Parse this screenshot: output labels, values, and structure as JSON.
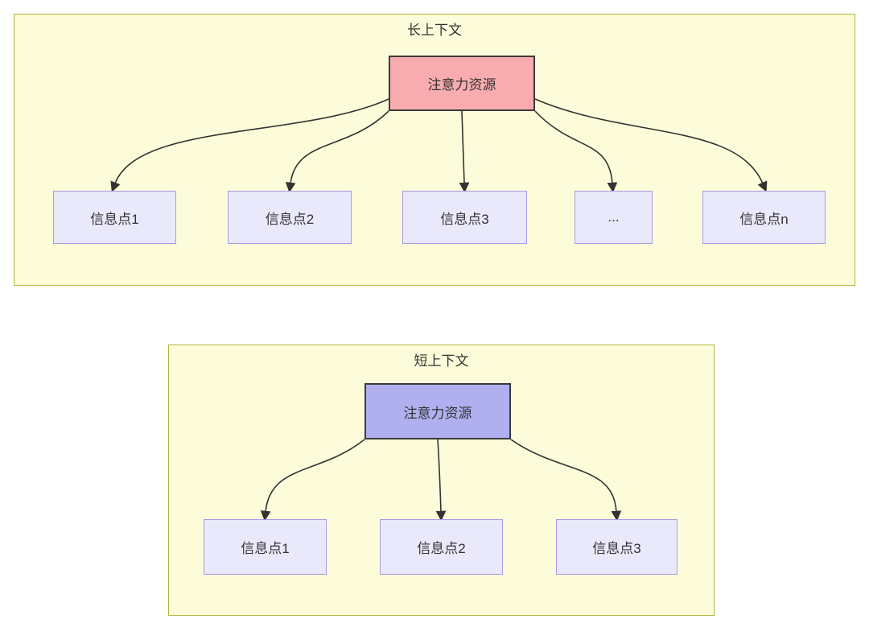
{
  "panels": [
    {
      "title": "长上下文",
      "attention_label": "注意力资源",
      "info_labels": [
        "信息点1",
        "信息点2",
        "信息点3",
        "...",
        "信息点n"
      ]
    },
    {
      "title": "短上下文",
      "attention_label": "注意力资源",
      "info_labels": [
        "信息点1",
        "信息点2",
        "信息点3"
      ]
    }
  ],
  "colors": {
    "panel_background": "#fcfcda",
    "panel_border": "#b3b33c",
    "attention_long_fill": "#f9acb0",
    "attention_short_fill": "#b0b0f0",
    "attention_border": "#3b3b3b",
    "info_fill": "#e9e9fb",
    "info_border": "#a99be2",
    "arrow": "#333333",
    "text": "#333333"
  }
}
